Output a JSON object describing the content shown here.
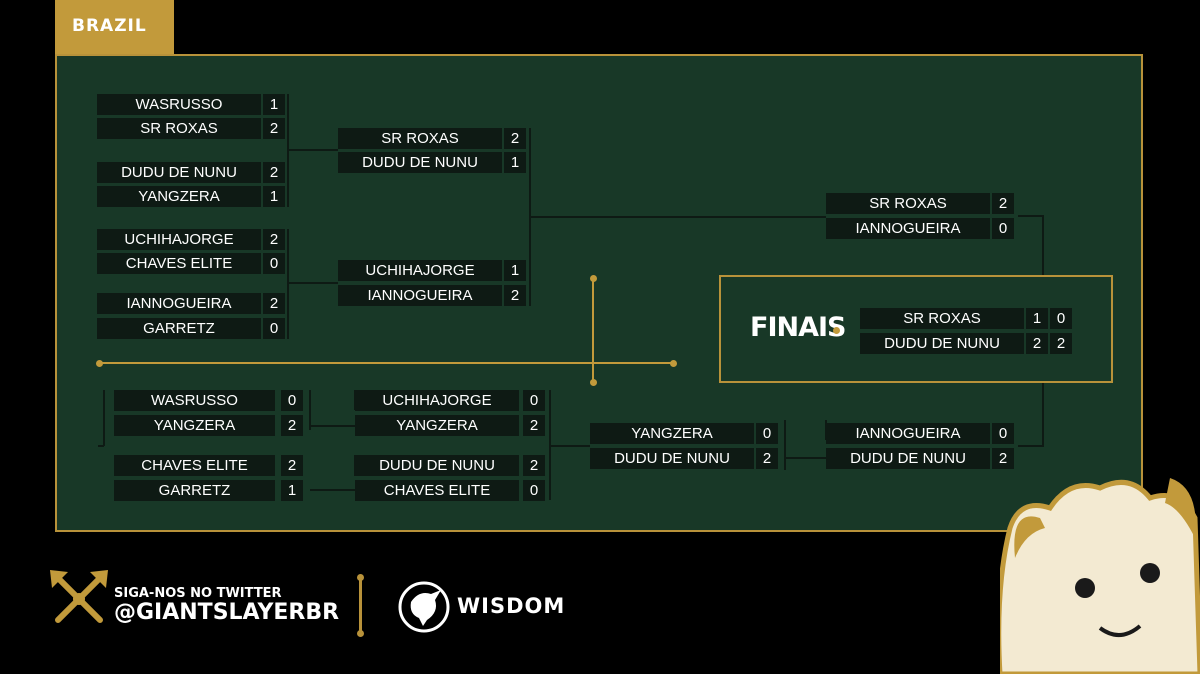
{
  "region": "BRAZIL",
  "upper_bracket": [
    {
      "players": [
        {
          "name": "WASRUSSO",
          "score": "1"
        },
        {
          "name": "SR ROXAS",
          "score": "2"
        }
      ]
    },
    {
      "players": [
        {
          "name": "DUDU DE NUNU",
          "score": "2"
        },
        {
          "name": "YANGZERA",
          "score": "1"
        }
      ]
    },
    {
      "players": [
        {
          "name": "UCHIHAJORGE",
          "score": "2"
        },
        {
          "name": "CHAVES ELITE",
          "score": "0"
        }
      ]
    },
    {
      "players": [
        {
          "name": "IANNOGUEIRA",
          "score": "2"
        },
        {
          "name": "GARRETZ",
          "score": "0"
        }
      ]
    },
    {
      "players": [
        {
          "name": "SR ROXAS",
          "score": "2"
        },
        {
          "name": "DUDU DE NUNU",
          "score": "1"
        }
      ]
    },
    {
      "players": [
        {
          "name": "UCHIHAJORGE",
          "score": "1"
        },
        {
          "name": "IANNOGUEIRA",
          "score": "2"
        }
      ]
    },
    {
      "players": [
        {
          "name": "SR ROXAS",
          "score": "2"
        },
        {
          "name": "IANNOGUEIRA",
          "score": "0"
        }
      ]
    }
  ],
  "lower_bracket": [
    {
      "players": [
        {
          "name": "WASRUSSO",
          "score": "0"
        },
        {
          "name": "YANGZERA",
          "score": "2"
        }
      ]
    },
    {
      "players": [
        {
          "name": "CHAVES ELITE",
          "score": "2"
        },
        {
          "name": "GARRETZ",
          "score": "1"
        }
      ]
    },
    {
      "players": [
        {
          "name": "UCHIHAJORGE",
          "score": "0"
        },
        {
          "name": "YANGZERA",
          "score": "2"
        }
      ]
    },
    {
      "players": [
        {
          "name": "DUDU DE NUNU",
          "score": "2"
        },
        {
          "name": "CHAVES ELITE",
          "score": "0"
        }
      ]
    },
    {
      "players": [
        {
          "name": "YANGZERA",
          "score": "0"
        },
        {
          "name": "DUDU DE NUNU",
          "score": "2"
        }
      ]
    },
    {
      "players": [
        {
          "name": "IANNOGUEIRA",
          "score": "0"
        },
        {
          "name": "DUDU DE NUNU",
          "score": "2"
        }
      ]
    }
  ],
  "finals": {
    "title": "FINAIS",
    "players": [
      {
        "name": "SR ROXAS",
        "score1": "1",
        "score2": "0"
      },
      {
        "name": "DUDU DE NUNU",
        "score1": "2",
        "score2": "2"
      }
    ]
  },
  "footer": {
    "follow_text": "SIGA-NOS NO TWITTER",
    "handle": "@GIANTSLAYERBR",
    "sponsor": "WISDOM",
    "logo_icon": "crossed-swords-icon",
    "sponsor_icon": "bird-icon",
    "mascot_icon": "poro-mascot-icon"
  },
  "colors": {
    "accent": "#c29a3b",
    "panel": "#183827",
    "cell": "#0e1a14",
    "background": "#000000"
  }
}
